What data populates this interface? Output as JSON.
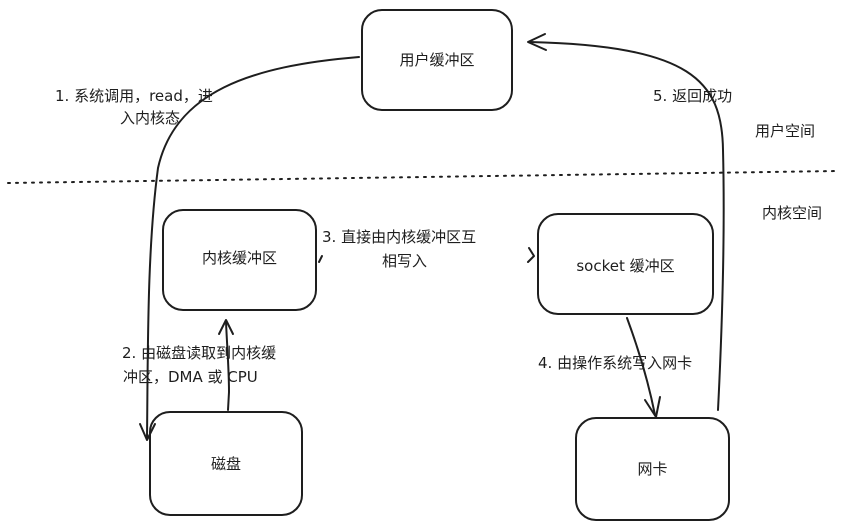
{
  "boxes": {
    "user_buffer": "用户缓冲区",
    "kernel_buffer": "内核缓冲区",
    "socket_buffer": "socket 缓冲区",
    "disk": "磁盘",
    "nic": "网卡"
  },
  "regions": {
    "user_space": "用户空间",
    "kernel_space": "内核空间"
  },
  "steps": {
    "step1_line1": "1. 系统调用，read，进",
    "step1_line2": "入内核态",
    "step2_line1": "2. 由磁盘读取到内核缓",
    "step2_line2": "冲区，DMA 或 CPU",
    "step3_line1": "3. 直接由内核缓冲区互",
    "step3_line2": "相写入",
    "step4": "4. 由操作系统写入网卡",
    "step5": "5. 返回成功"
  },
  "colors": {
    "stroke": "#1e1e1e",
    "background": "#ffffff"
  }
}
